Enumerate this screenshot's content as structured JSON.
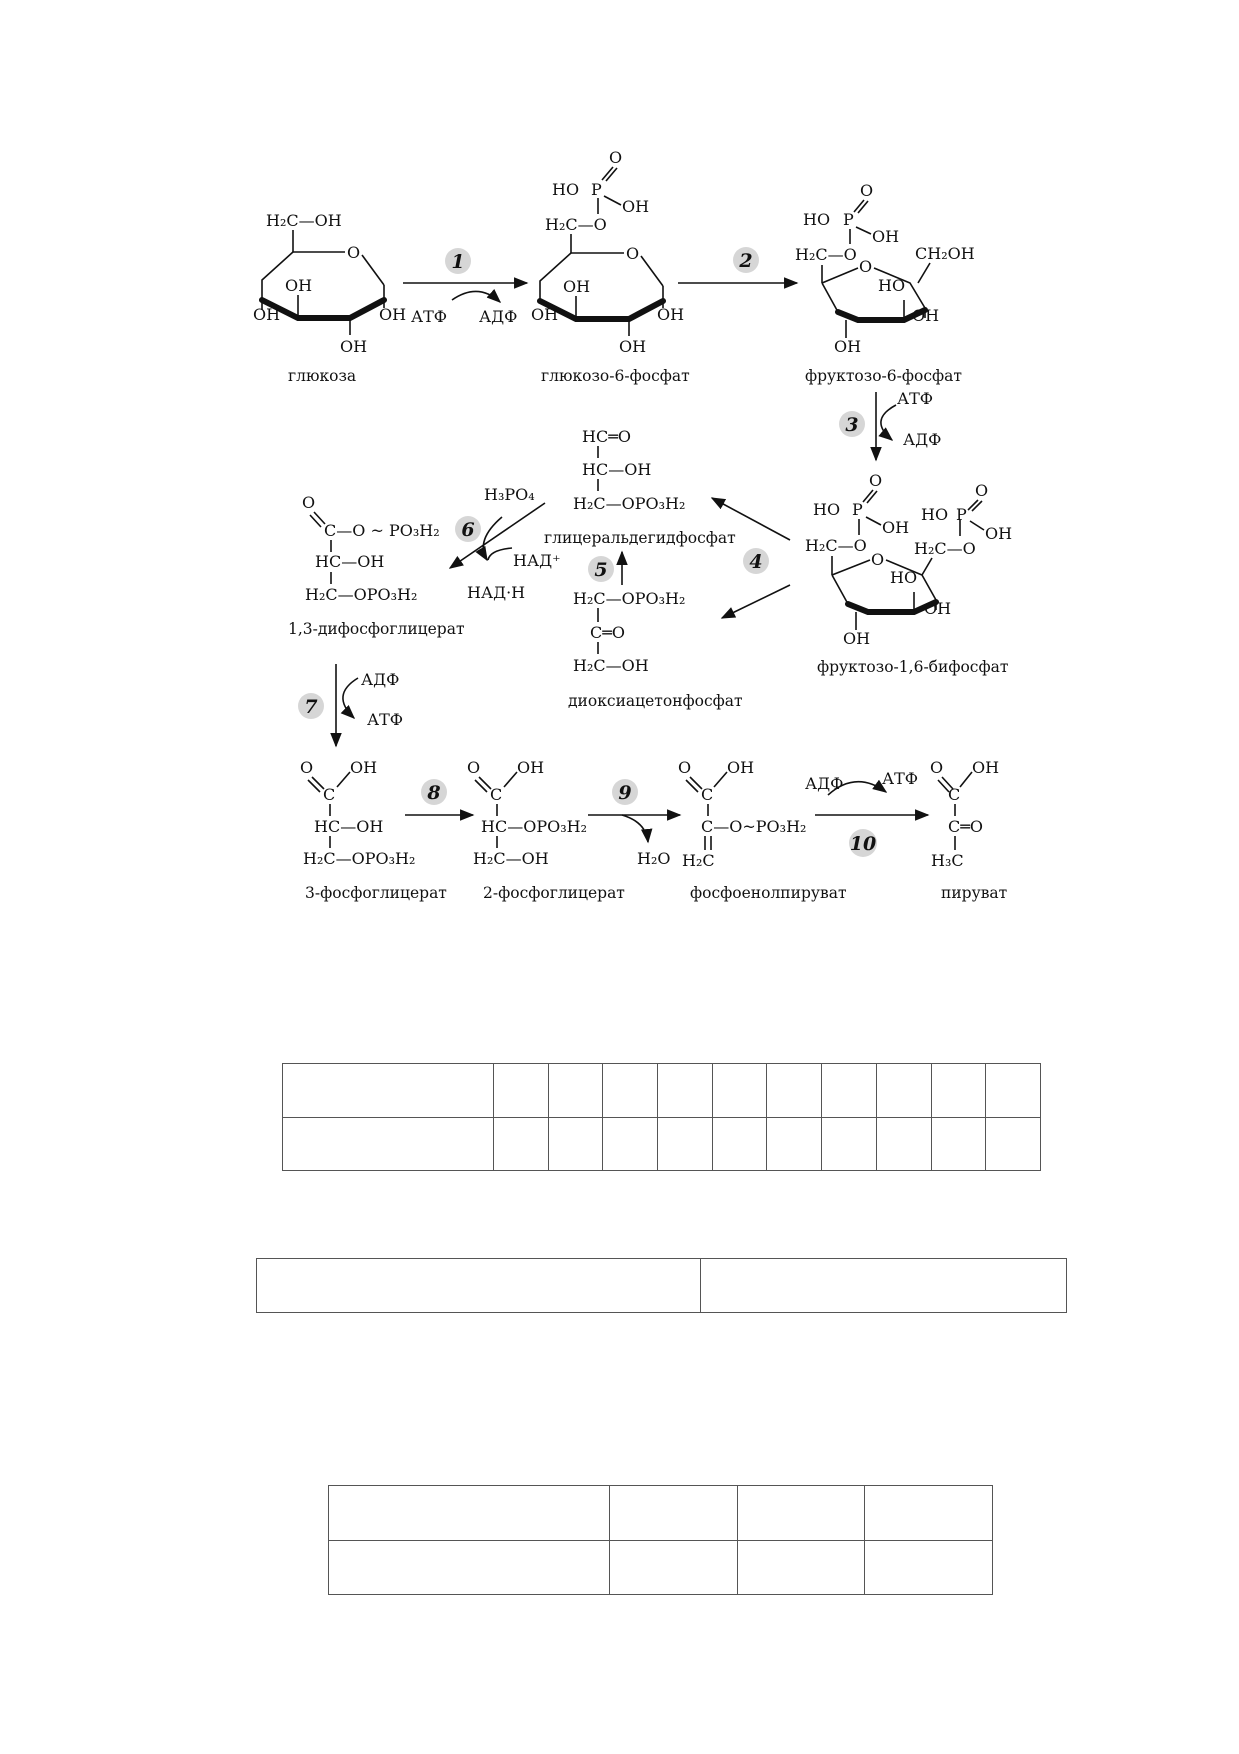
{
  "steps": [
    "1",
    "2",
    "3",
    "4",
    "5",
    "6",
    "7",
    "8",
    "9",
    "10"
  ],
  "cofactors": {
    "atp": "АТФ",
    "adp": "АДФ",
    "nad": "НАД⁺",
    "nadh": "НАД·Н",
    "phosphoric_acid": "H₃PO₄",
    "water": "H₂O"
  },
  "compounds": {
    "glucose": "глюкоза",
    "glucose_6_phosphate": "глюкозо-6-фосфат",
    "fructose_6_phosphate": "фруктозо-6-фосфат",
    "fructose_1_6_bisphosphate": "фруктозо-1,6-бифосфат",
    "glyceraldehyde_phosphate": "глицеральдегидфосфат",
    "dihydroxyacetone_phosphate": "диоксиацетонфосфат",
    "bisphosphoglycerate": "1,3-дифосфоглицерат",
    "phosphoglycerate_3": "3-фосфоглицерат",
    "phosphoglycerate_2": "2-фосфоглицерат",
    "phosphoenolpyruvate": "фосфоенолпируват",
    "pyruvate": "пируват"
  },
  "formula_labels": {
    "ho": "HO",
    "oh": "OH",
    "p": "P",
    "o": "O",
    "c": "C",
    "h2c_oh": "H₂C—OH",
    "h2c_o": "H₂C—O",
    "ch2oh": "CH₂OH",
    "hc_o_ald": "HC═O",
    "hc_oh": "HC—OH",
    "h2c_opo3h2": "H₂C—OPO₃H₂",
    "c_o_po3h2_hi": "C—O ~ PO₃H₂",
    "hc_opo3h2": "HC—OPO₃H₂",
    "c_o_po3h2_pep": "C—O~PO₃H₂",
    "c_eq_o": "C═O",
    "h2c_enol": "H₂C",
    "h3c": "H₃C"
  },
  "tables": [
    {
      "rows": 2,
      "cols": 11
    },
    {
      "rows": 1,
      "cols": 2
    },
    {
      "rows": 2,
      "cols": 4
    }
  ]
}
